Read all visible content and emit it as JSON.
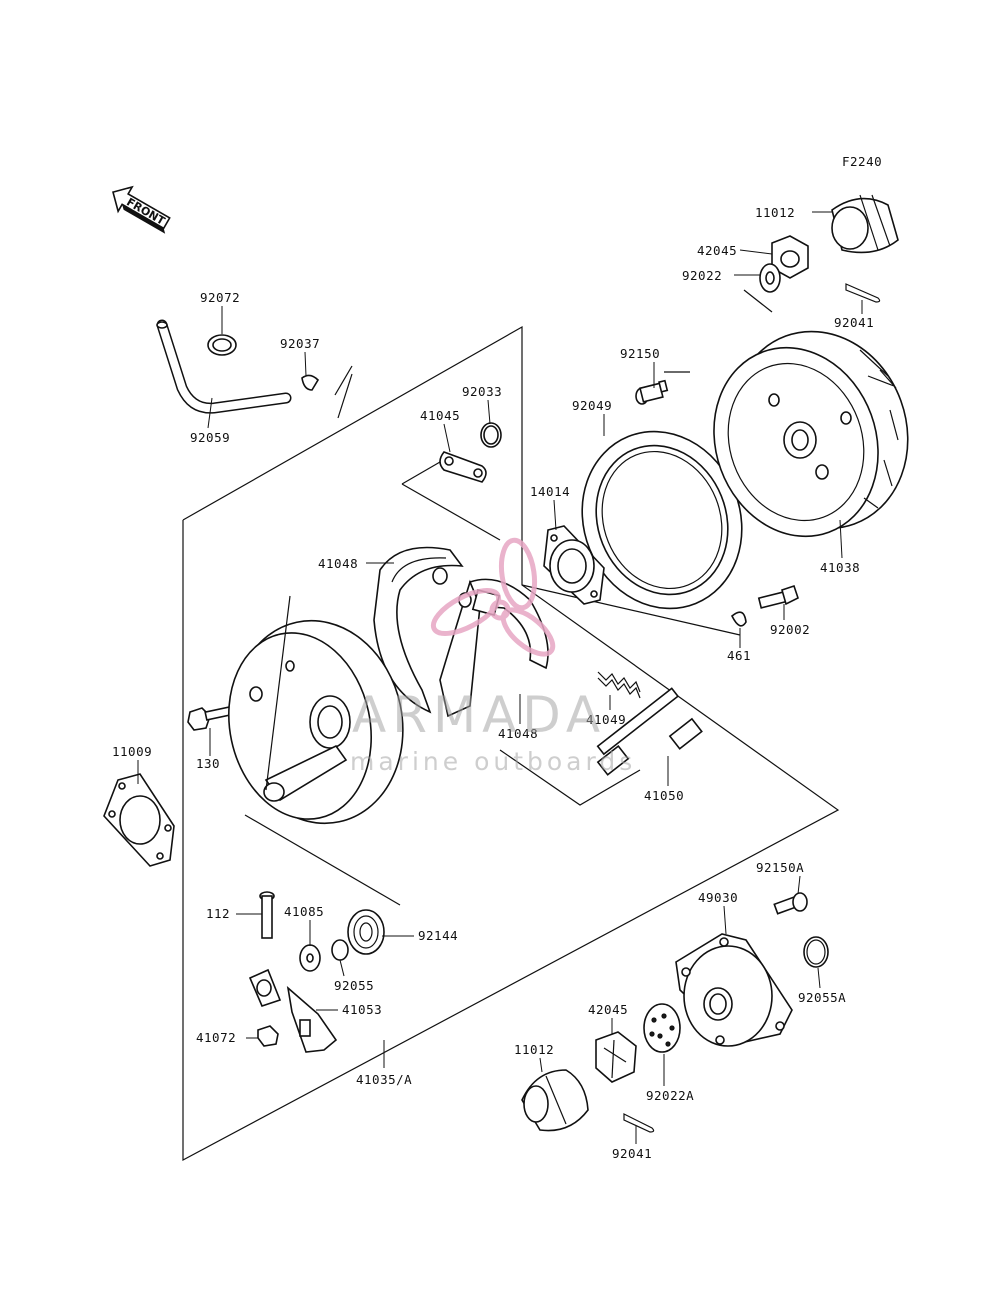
{
  "diagram": {
    "figure_code": "F2240",
    "front_label": "FRONT",
    "labels": {
      "p11012_top": "11012",
      "p42045_top": "42045",
      "p92022_top": "92022",
      "p92041_top": "92041",
      "p92072": "92072",
      "p92037": "92037",
      "p92059": "92059",
      "p92150": "92150",
      "p92033": "92033",
      "p41045": "41045",
      "p92049": "92049",
      "p14014": "14014",
      "p41038": "41038",
      "p41048_top": "41048",
      "p92002": "92002",
      "p461": "461",
      "p41049": "41049",
      "p41048_mid": "41048",
      "p41050": "41050",
      "p11009": "11009",
      "p130": "130",
      "p112": "112",
      "p41085": "41085",
      "p92144": "92144",
      "p92055": "92055",
      "p41053": "41053",
      "p41072": "41072",
      "p41035A": "41035/A",
      "p92150A": "92150A",
      "p49030": "49030",
      "p92055A": "92055A",
      "p42045_bot": "42045",
      "p11012_bot": "11012",
      "p92022A": "92022A",
      "p92041_bot": "92041"
    }
  },
  "watermark": {
    "brand": "ARMADA",
    "tagline": "marine outboards",
    "logo_color": "#e7a6c4",
    "text_color": "#a3a3a3"
  }
}
